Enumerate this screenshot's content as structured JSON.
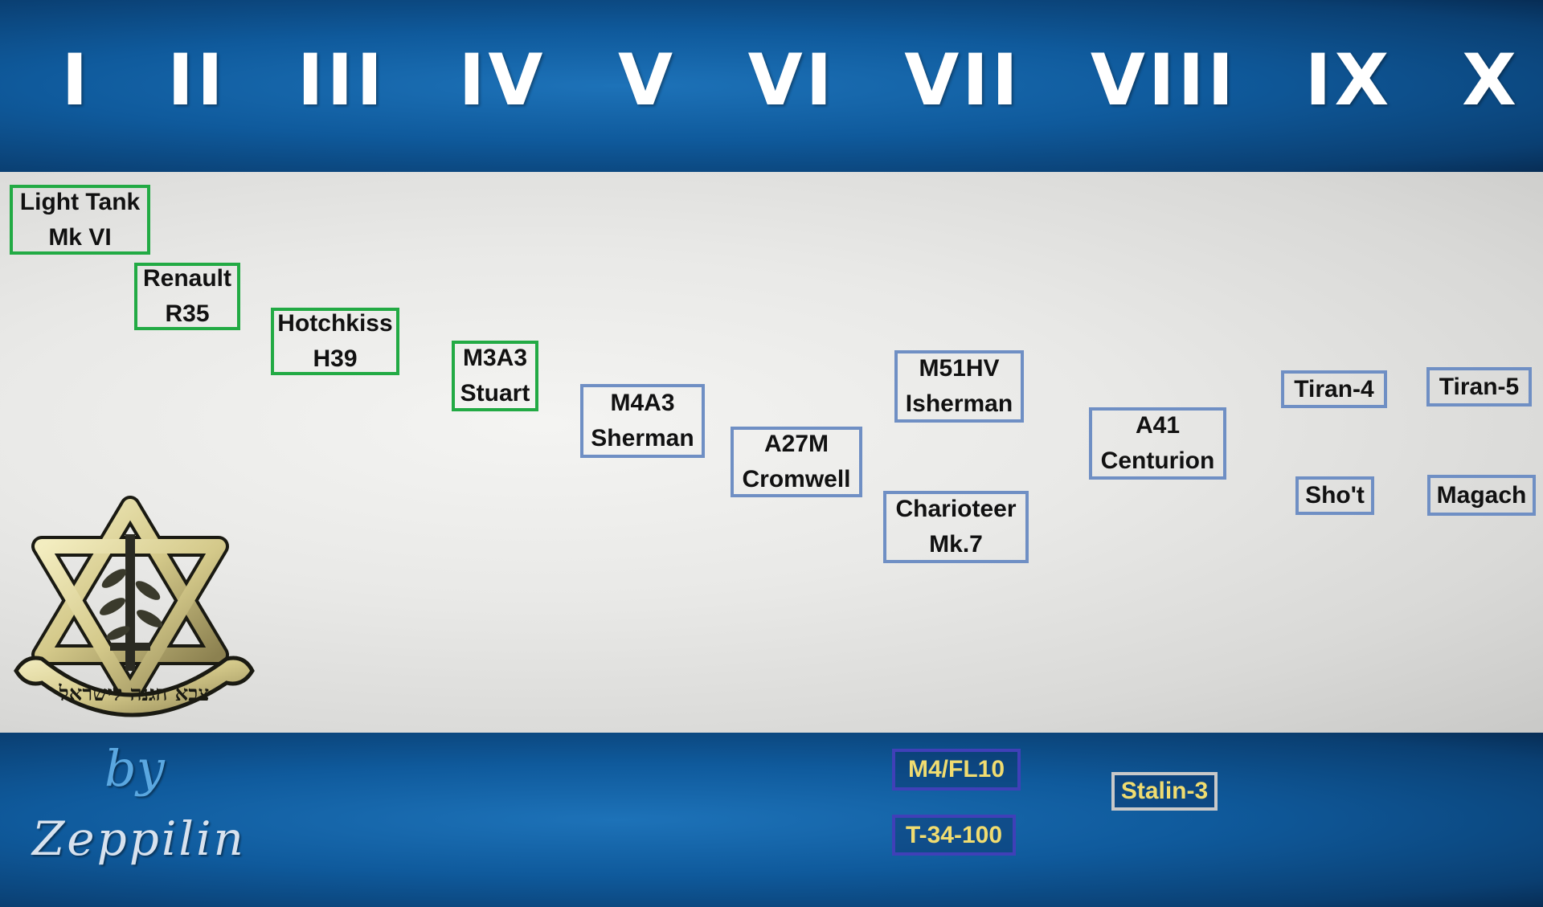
{
  "tiers": [
    "I",
    "II",
    "III",
    "IV",
    "V",
    "VI",
    "VII",
    "VIII",
    "IX",
    "X"
  ],
  "tanks": {
    "light_tank_mk_vi": [
      "Light Tank",
      "Mk VI"
    ],
    "renault_r35": [
      "Renault",
      "R35"
    ],
    "hotchkiss_h39": [
      "Hotchkiss",
      "H39"
    ],
    "m3a3_stuart": [
      "M3A3",
      "Stuart"
    ],
    "m4a3_sherman": [
      "M4A3",
      "Sherman"
    ],
    "a27m_cromwell": [
      "A27M",
      "Cromwell"
    ],
    "m51hv_isherman": [
      "M51HV",
      "Isherman"
    ],
    "charioteer_mk7": [
      "Charioteer",
      "Mk.7"
    ],
    "a41_centurion": [
      "A41",
      "Centurion"
    ],
    "tiran_4": "Tiran-4",
    "tiran_5": "Tiran-5",
    "shot": "Sho't",
    "magach": "Magach",
    "m4_fl10": "M4/FL10",
    "t34_100": "T-34-100",
    "stalin_3": "Stalin-3"
  },
  "signature": {
    "by": "by",
    "author": "Zeppilin"
  },
  "emblem": {
    "icon": "idf-emblem-icon",
    "text": "צבא הגנה לישראל"
  },
  "colors": {
    "flag_blue": "#0f5a9c",
    "flag_white": "#e9e9e7",
    "border_green": "#22aa44",
    "border_blue": "#6f8fc4",
    "border_premium": "#4040b8",
    "border_gift": "#c9c9c9",
    "premium_text": "#f0dc70"
  }
}
